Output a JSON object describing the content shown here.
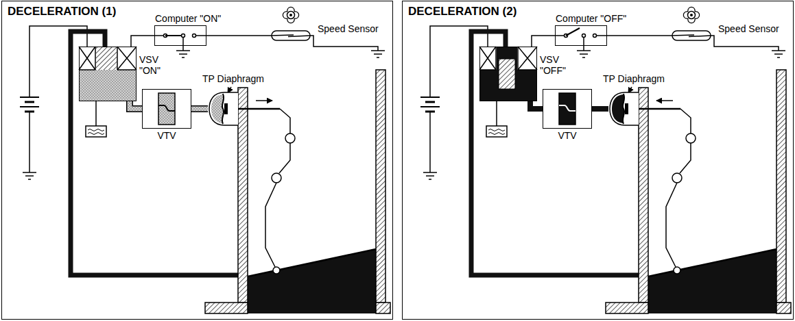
{
  "diagram": {
    "nodes": [
      {
        "text": [
          "DECELERATION (1)"
        ]
      },
      {
        "text": [
          "Computer \"ON\""
        ],
        "in": 0
      },
      {
        "text": [
          "Speed Sensor"
        ],
        "in": 0
      },
      {
        "text": [
          "VSV \"ON\""
        ],
        "in": 0
      },
      {
        "text": [
          "VTV"
        ],
        "in": 0
      },
      {
        "text": [
          "TP Diaphragm"
        ],
        "in": 0
      },
      {
        "text": [
          "DECELERATION (2)"
        ]
      },
      {
        "text": [
          "Computer \"OFF\""
        ],
        "in": 6
      },
      {
        "text": [
          "Speed Sensor"
        ],
        "in": 6
      },
      {
        "text": [
          "VSV \"OFF\""
        ],
        "in": 6
      },
      {
        "text": [
          "VTV"
        ],
        "in": 6
      },
      {
        "text": [
          "TP Diaphragm"
        ],
        "in": 6
      }
    ],
    "edges": [
      {
        "from": 1,
        "to": 2,
        "arrow": "none"
      },
      {
        "from": 1,
        "to": 3,
        "arrow": "none"
      },
      {
        "from": 3,
        "to": 4,
        "arrow": "none"
      },
      {
        "from": 4,
        "to": 5,
        "arrow": "none"
      },
      {
        "from": 7,
        "to": 8,
        "arrow": "none"
      },
      {
        "from": 7,
        "to": 9,
        "arrow": "none"
      },
      {
        "from": 9,
        "to": 10,
        "arrow": "none"
      },
      {
        "from": 10,
        "to": 11,
        "arrow": "none"
      }
    ]
  }
}
